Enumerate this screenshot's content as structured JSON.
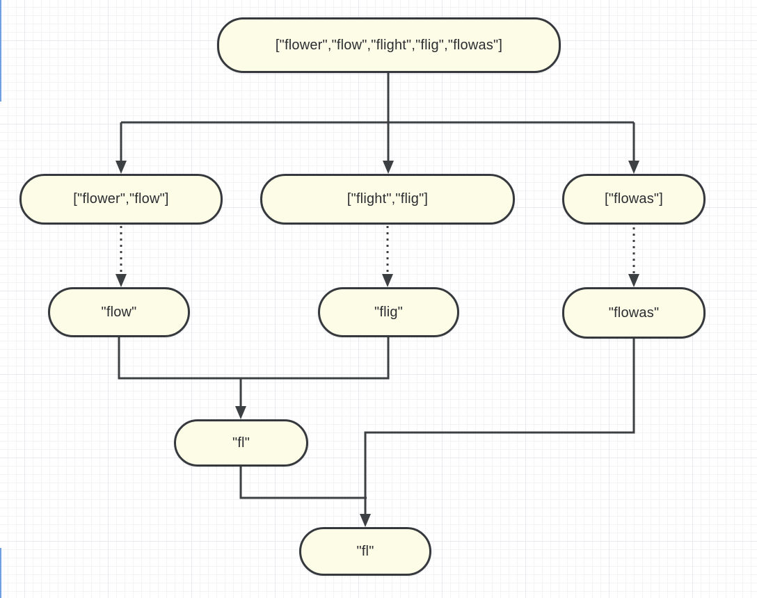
{
  "nodes": {
    "root": "[\"flower\",\"flow\",\"flight\",\"flig\",\"flowas\"]",
    "group_left": "[\"flower\",\"flow\"]",
    "group_mid": "[\"flight\",\"flig\"]",
    "group_right": "[\"flowas\"]",
    "prefix_left": "\"flow\"",
    "prefix_mid": "\"flig\"",
    "prefix_right": "\"flowas\"",
    "merge_left": "\"fl\"",
    "result": "\"fl\""
  },
  "colors": {
    "node_fill": "#fcfce7",
    "node_border": "#35383c",
    "edge": "#3c4043",
    "text": "#2b2d30",
    "grid_minor": "#f3f3f6",
    "grid_major": "#e8e8ee",
    "page_edge": "#6f9fe0",
    "background": "#ffffff"
  }
}
